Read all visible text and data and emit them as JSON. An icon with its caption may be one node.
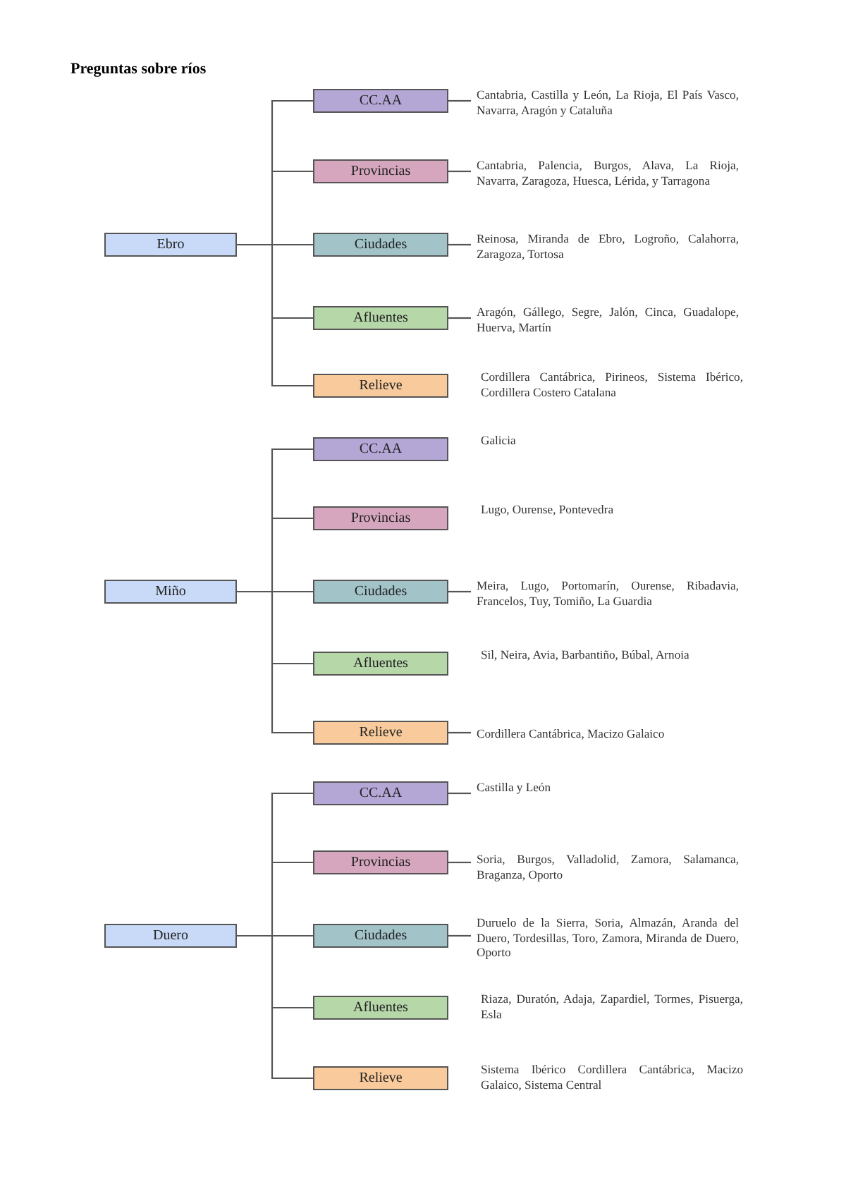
{
  "diagram": {
    "title": "Preguntas sobre ríos",
    "nodes": [
      {
        "text": [
          "Ebro"
        ]
      },
      {
        "text": [
          "CC.AA"
        ]
      },
      {
        "text": [
          "Cantabria, Castilla y León, La Rioja, El País Vasco, Navarra, Aragón y Cataluña"
        ]
      },
      {
        "text": [
          "Provincias"
        ]
      },
      {
        "text": [
          "Cantabria, Palencia, Burgos, Alava, La Rioja, Navarra, Zaragoza, Huesca, Lérida, y Tarragona"
        ]
      },
      {
        "text": [
          "Ciudades"
        ]
      },
      {
        "text": [
          "Reinosa, Miranda de Ebro, Logroño, Calahorra, Zaragoza, Tortosa"
        ]
      },
      {
        "text": [
          "Afluentes"
        ]
      },
      {
        "text": [
          "Aragón, Gállego, Segre, Jalón, Cinca, Guadalope, Huerva, Martín"
        ]
      },
      {
        "text": [
          "Relieve"
        ],
        "beside": [
          "Cordillera Cantábrica, Pirineos, Sistema Ibérico, Cordillera Costero Catalana"
        ]
      },
      {
        "text": [
          "Miño"
        ]
      },
      {
        "text": [
          "CC.AA"
        ],
        "beside": [
          "Galicia"
        ]
      },
      {
        "text": [
          "Provincias"
        ],
        "beside": [
          "Lugo, Ourense, Pontevedra"
        ]
      },
      {
        "text": [
          "Ciudades"
        ]
      },
      {
        "text": [
          "Meira, Lugo, Portomarín, Ourense, Ribadavia, Francelos, Tuy, Tomiño, La Guardia"
        ]
      },
      {
        "text": [
          "Afluentes"
        ],
        "beside": [
          "Sil, Neira, Avia, Barbantiño, Búbal, Arnoia"
        ]
      },
      {
        "text": [
          "Relieve"
        ]
      },
      {
        "text": [
          "Cordillera Cantábrica, Macizo Galaico"
        ]
      },
      {
        "text": [
          "Duero"
        ]
      },
      {
        "text": [
          "CC.AA"
        ]
      },
      {
        "text": [
          "Castilla y León"
        ]
      },
      {
        "text": [
          "Provincias"
        ]
      },
      {
        "text": [
          "Soria, Burgos, Valladolid, Zamora, Salamanca, Braganza, Oporto"
        ]
      },
      {
        "text": [
          "Ciudades"
        ]
      },
      {
        "text": [
          "Duruelo de la Sierra, Soria, Almazán, Aranda del Duero, Tordesillas, Toro, Zamora, Miranda de Duero, Oporto"
        ]
      },
      {
        "text": [
          "Afluentes"
        ],
        "beside": [
          "Riaza, Duratón, Adaja, Zapardiel, Tormes, Pisuerga, Esla"
        ]
      },
      {
        "text": [
          "Relieve"
        ],
        "beside": [
          "Sistema Ibérico Cordillera Cantábrica, Macizo Galaico, Sistema Central"
        ]
      }
    ],
    "edges": [
      {
        "from": 0,
        "to": 1,
        "arrow": "none"
      },
      {
        "from": 0,
        "to": 3,
        "arrow": "none"
      },
      {
        "from": 0,
        "to": 5,
        "arrow": "none"
      },
      {
        "from": 0,
        "to": 7,
        "arrow": "none"
      },
      {
        "from": 0,
        "to": 9,
        "arrow": "none"
      },
      {
        "from": 1,
        "to": 2,
        "arrow": "none"
      },
      {
        "from": 3,
        "to": 4,
        "arrow": "none"
      },
      {
        "from": 5,
        "to": 6,
        "arrow": "none"
      },
      {
        "from": 7,
        "to": 8,
        "arrow": "none"
      },
      {
        "from": 10,
        "to": 11,
        "arrow": "none"
      },
      {
        "from": 10,
        "to": 12,
        "arrow": "none"
      },
      {
        "from": 10,
        "to": 13,
        "arrow": "none"
      },
      {
        "from": 10,
        "to": 15,
        "arrow": "none"
      },
      {
        "from": 10,
        "to": 16,
        "arrow": "none"
      },
      {
        "from": 13,
        "to": 14,
        "arrow": "none"
      },
      {
        "from": 16,
        "to": 17,
        "arrow": "none"
      },
      {
        "from": 18,
        "to": 19,
        "arrow": "none"
      },
      {
        "from": 18,
        "to": 21,
        "arrow": "none"
      },
      {
        "from": 18,
        "to": 23,
        "arrow": "none"
      },
      {
        "from": 18,
        "to": 25,
        "arrow": "none"
      },
      {
        "from": 18,
        "to": 26,
        "arrow": "none"
      },
      {
        "from": 19,
        "to": 20,
        "arrow": "none"
      },
      {
        "from": 21,
        "to": 22,
        "arrow": "none"
      },
      {
        "from": 23,
        "to": 24,
        "arrow": "none"
      }
    ]
  }
}
